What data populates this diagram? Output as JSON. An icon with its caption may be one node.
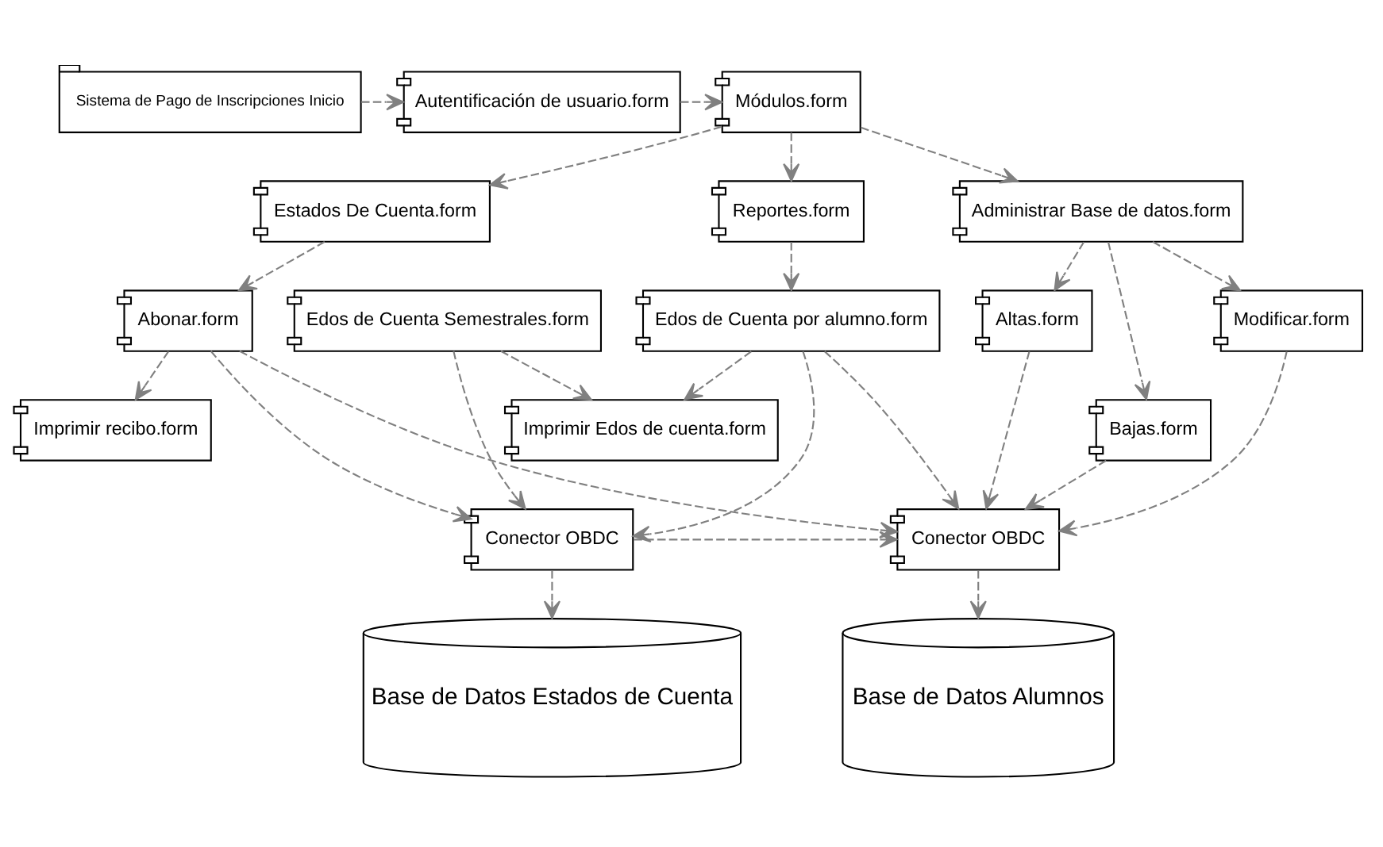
{
  "diagram": {
    "nodes": [
      {
        "text": [
          "Sistema de Pago de Inscripciones Inicio"
        ]
      },
      {
        "text": [
          "Autentificación de usuario.form"
        ]
      },
      {
        "text": [
          "Módulos.form"
        ]
      },
      {
        "text": [
          "Administrar Base de datos.form"
        ]
      },
      {
        "text": [
          "Estados De Cuenta.form"
        ]
      },
      {
        "text": [
          "Reportes.form"
        ]
      },
      {
        "text": [
          "Altas.form"
        ]
      },
      {
        "text": [
          "Abonar.form"
        ]
      },
      {
        "text": [
          "Edos de Cuenta por alumno.form"
        ]
      },
      {
        "text": [
          "Bajas.form"
        ]
      },
      {
        "text": [
          "Imprimir recibo.form"
        ]
      },
      {
        "text": [
          "Imprimir Edos de cuenta.form"
        ]
      },
      {
        "text": [
          "Modificar.form"
        ]
      },
      {
        "text": [
          "Conector OBDC"
        ]
      },
      {
        "text": [
          "Conector OBDC"
        ]
      },
      {
        "text": [
          "Edos de Cuenta Semestrales.form"
        ]
      },
      {
        "text": [
          "Base de Datos Alumnos"
        ]
      },
      {
        "text": [
          "Base de Datos Estados de Cuenta"
        ]
      }
    ],
    "edges": [
      {
        "from": 0,
        "to": 1,
        "arrow": "to"
      },
      {
        "from": 1,
        "to": 2,
        "arrow": "to"
      },
      {
        "from": 2,
        "to": 3,
        "arrow": "to"
      },
      {
        "from": 2,
        "to": 4,
        "arrow": "to"
      },
      {
        "from": 2,
        "to": 5,
        "arrow": "to"
      },
      {
        "from": 5,
        "to": 8,
        "arrow": "to"
      },
      {
        "from": 3,
        "to": 6,
        "arrow": "to"
      },
      {
        "from": 3,
        "to": 9,
        "arrow": "to"
      },
      {
        "from": 3,
        "to": 12,
        "arrow": "to"
      },
      {
        "from": 4,
        "to": 7,
        "arrow": "to"
      },
      {
        "from": 7,
        "to": 10,
        "arrow": "to"
      },
      {
        "from": 8,
        "to": 11,
        "arrow": "to"
      },
      {
        "from": 15,
        "to": 11,
        "arrow": "to"
      },
      {
        "from": 6,
        "to": 13,
        "arrow": "to"
      },
      {
        "from": 9,
        "to": 13,
        "arrow": "to"
      },
      {
        "from": 12,
        "to": 13,
        "arrow": "to"
      },
      {
        "from": 7,
        "to": 13,
        "arrow": "to"
      },
      {
        "from": 8,
        "to": 13,
        "arrow": "to"
      },
      {
        "from": 7,
        "to": 14,
        "arrow": "to"
      },
      {
        "from": 8,
        "to": 14,
        "arrow": "to"
      },
      {
        "from": 15,
        "to": 14,
        "arrow": "to"
      },
      {
        "from": 14,
        "to": 13,
        "arrow": "to"
      },
      {
        "from": 13,
        "to": 16,
        "arrow": "to"
      },
      {
        "from": 14,
        "to": 17,
        "arrow": "to"
      }
    ]
  }
}
